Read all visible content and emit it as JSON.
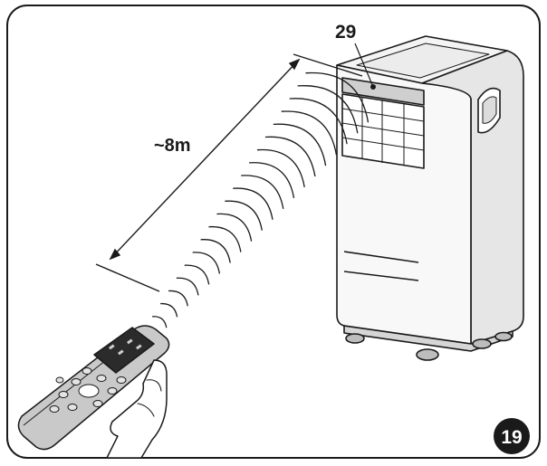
{
  "figure": {
    "number": "19",
    "distance_label": "~8m",
    "callout": "29"
  },
  "colors": {
    "outline": "#1a1a1a",
    "panel_fill": "#f6f6f6",
    "unit_shade": "#d9d9d9",
    "remote_body": "#c9c9c9",
    "remote_screen": "#2b2b2b",
    "badge": "#1a1a1a"
  },
  "icons": {
    "air_conditioner": "portable-air-conditioner-icon",
    "remote": "remote-control-icon",
    "hand": "hand-icon",
    "signal": "infrared-signal-icon"
  }
}
